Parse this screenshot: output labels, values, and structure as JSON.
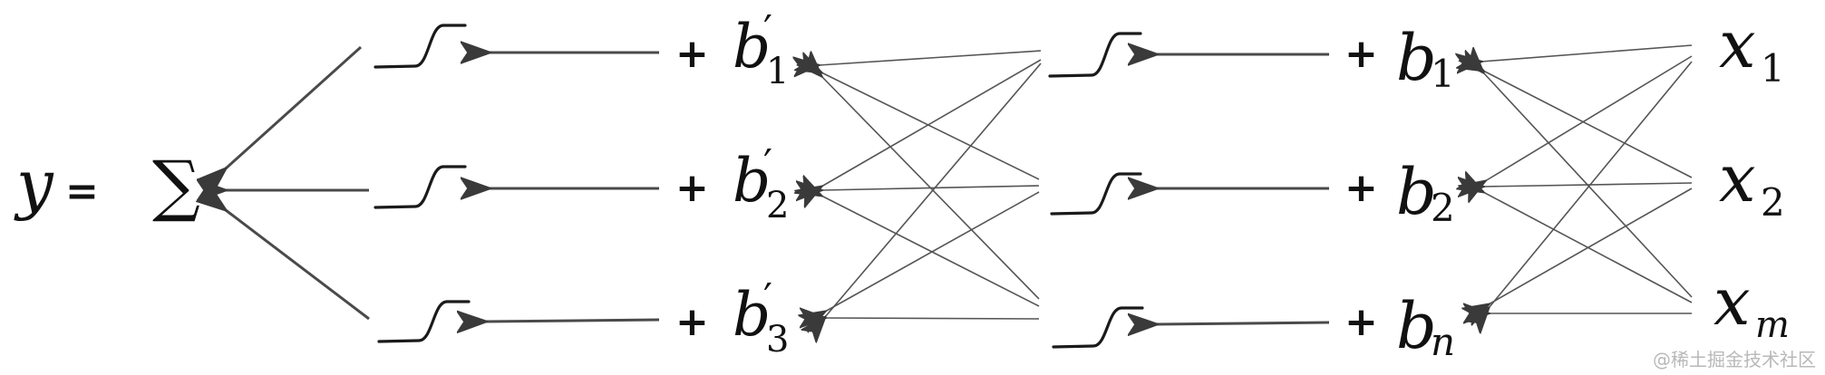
{
  "equation": {
    "output_var": "y",
    "equals": "=",
    "sum_symbol": "∑"
  },
  "hidden_layer_2": {
    "plus": "+",
    "bias_base": "b",
    "prime": "′",
    "subscripts": [
      "1",
      "2",
      "3"
    ]
  },
  "hidden_layer_1": {
    "plus": "+",
    "bias_base": "b",
    "subscripts": [
      "1",
      "2",
      "n"
    ]
  },
  "inputs": {
    "var_base": "x",
    "subscripts": [
      "1",
      "2",
      "m"
    ]
  },
  "watermark": "@稀土掘金技术社区",
  "colors": {
    "text": "#111111",
    "arrow": "#4a4a4a",
    "arrowhead": "#3a3a3a",
    "watermark": "#b8b8b8"
  }
}
